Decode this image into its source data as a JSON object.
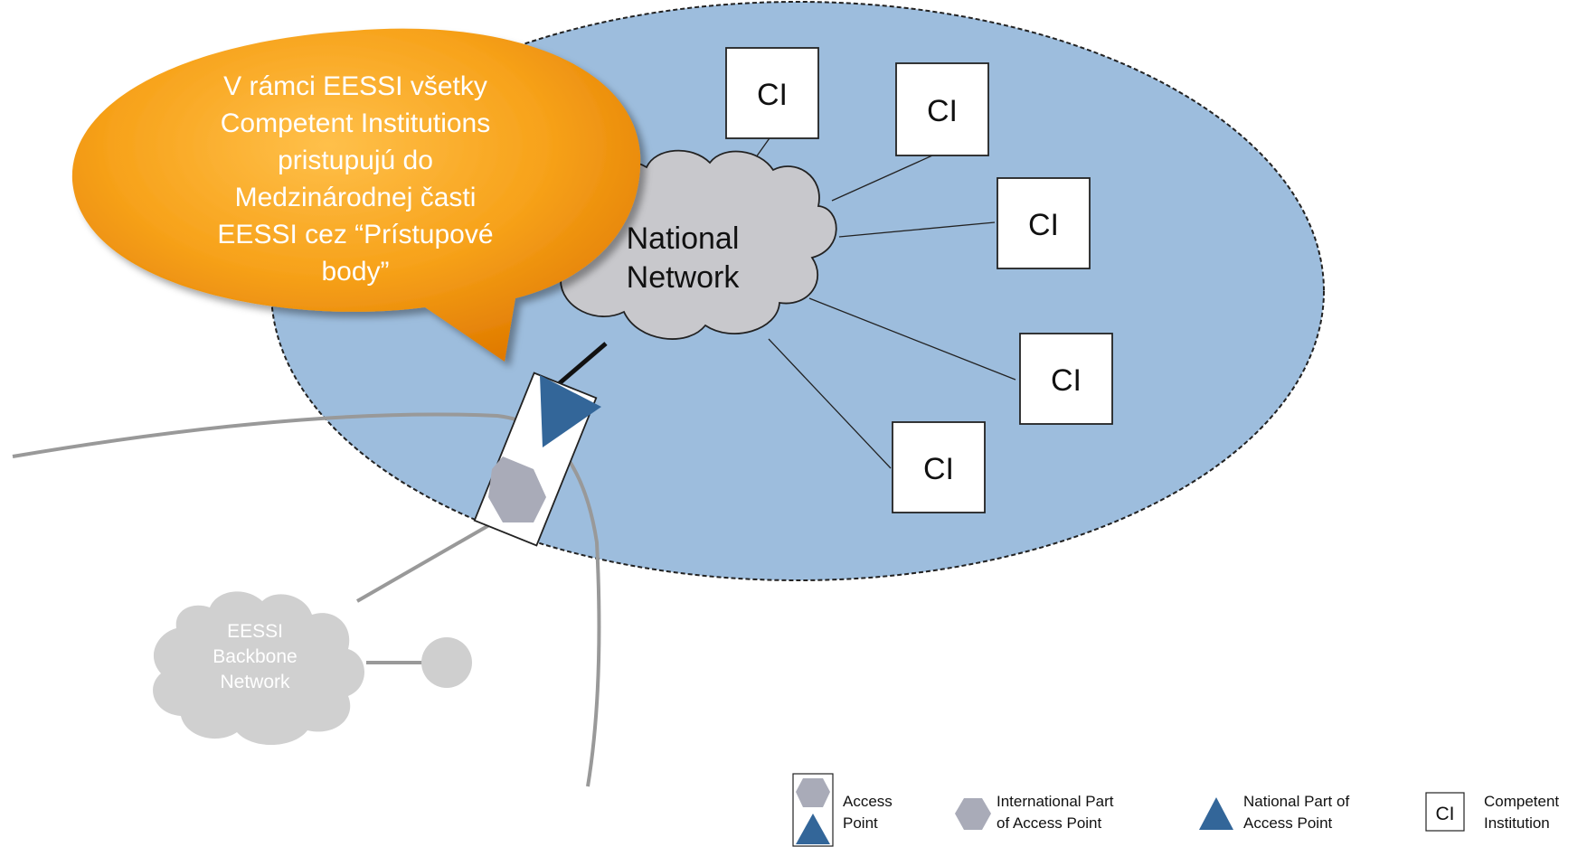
{
  "callout": {
    "lines": [
      "V rámci EESSI všetky",
      "Competent Institutions",
      "pristupujú do",
      "Medzinárodnej časti",
      "EESSI cez  “Prístupové",
      "body”"
    ]
  },
  "national_network": {
    "lines": [
      "National",
      "Network"
    ]
  },
  "backbone": {
    "lines": [
      "EESSI",
      "Backbone",
      "Network"
    ]
  },
  "institutions": [
    "CI",
    "CI",
    "CI",
    "CI",
    "CI"
  ],
  "legend": {
    "access_point": [
      "Access",
      "Point"
    ],
    "international_part": [
      "International Part",
      "of Access Point"
    ],
    "national_part": [
      "National Part of",
      "Access Point"
    ],
    "ci_symbol": "CI",
    "competent_institution": [
      "Competent",
      "Institution"
    ]
  },
  "colors": {
    "ellipse_fill": "#9dbddd",
    "cloud_national": "#c8c8cc",
    "cloud_backbone": "#d0d0d0",
    "callout_orange": "#f39200",
    "triangle_blue": "#336699",
    "hexagon_gray": "#a9abb8"
  }
}
